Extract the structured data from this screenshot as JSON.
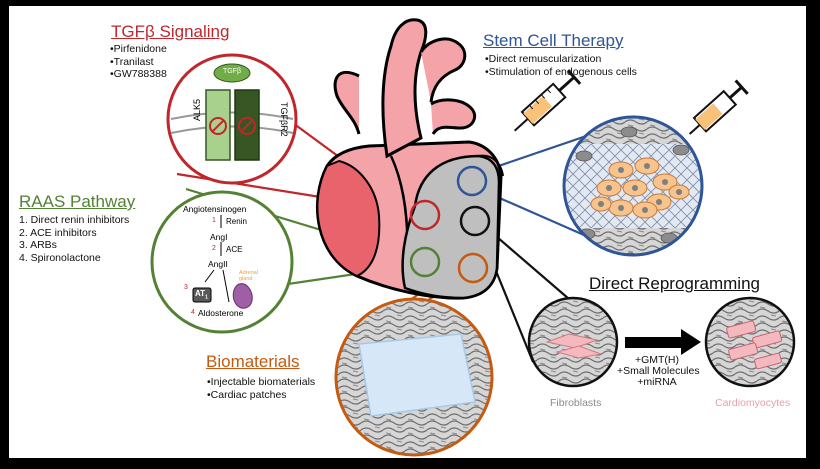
{
  "tgfb": {
    "title": "TGFβ Signaling",
    "items": [
      "•Pirfenidone",
      "•Tranilast",
      "•GW788388"
    ],
    "ligand": "TGFβ",
    "receptor1": "ALK5",
    "receptor2": "TGFβR2"
  },
  "stem": {
    "title": "Stem Cell Therapy",
    "items": [
      "•Direct remuscularization",
      "•Stimulation of endogenous cells"
    ]
  },
  "raas": {
    "title": "RAAS Pathway",
    "items": [
      "1.   Direct renin inhibitors",
      "2.   ACE inhibitors",
      "3.   ARBs",
      "4.   Spironolactone"
    ],
    "angiotensinogen": "Angiotensinogen",
    "step1": "1",
    "renin": "Renin",
    "angI": "AngI",
    "step2": "2",
    "ace": "ACE",
    "angII": "AngII",
    "step3": "3",
    "at1": "AT",
    "at1_sub": "1",
    "adrenal": "Adrenal gland",
    "step4": "4",
    "aldosterone": "Aldosterone"
  },
  "reprogramming": {
    "title": "Direct Reprogramming",
    "fibroblasts": "Fibroblasts",
    "factors": [
      "+GMT(H)",
      "+Small Molecules",
      "+miRNA"
    ],
    "cardiomyocytes": "Cardiomyocytes"
  },
  "biomaterials": {
    "title": "Biomaterials",
    "items": [
      "•Injectable biomaterials",
      "•Cardiac patches"
    ]
  },
  "colors": {
    "tgfb": "#c0272d",
    "stem": "#2f5597",
    "raas": "#548235",
    "biomaterials": "#c55a11",
    "reprogramming": "#111111",
    "heart": "#f4a3a8",
    "heart_dark": "#e8636b",
    "infarct": "#bfbfbf",
    "cardiomyocyte_label": "#e8a0a6"
  }
}
